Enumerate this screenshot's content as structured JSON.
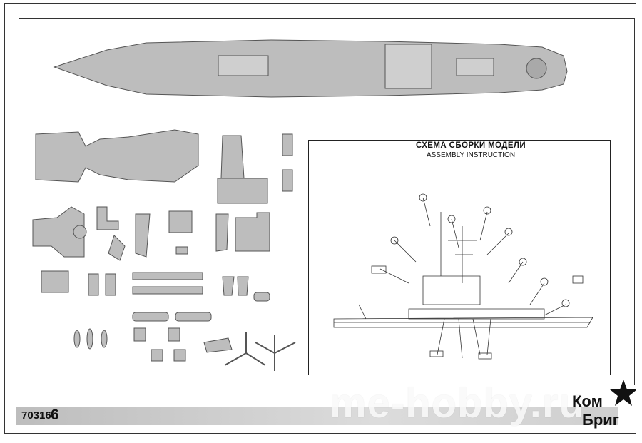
{
  "assembly": {
    "title_ru": "СХЕМА СБОРКИ МОДЕЛИ",
    "title_en": "ASSEMBLY INSTRUCTION"
  },
  "footer": {
    "kit_number": "70316",
    "page_number": "6"
  },
  "watermark": "me-hobby.ru",
  "logo": {
    "line1": "Ком",
    "line2": "Бриг",
    "icon": "star-icon"
  },
  "colors": {
    "part_fill": "#bdbdbd",
    "part_stroke": "#555555",
    "footer_bar": "#c9c9c9"
  }
}
